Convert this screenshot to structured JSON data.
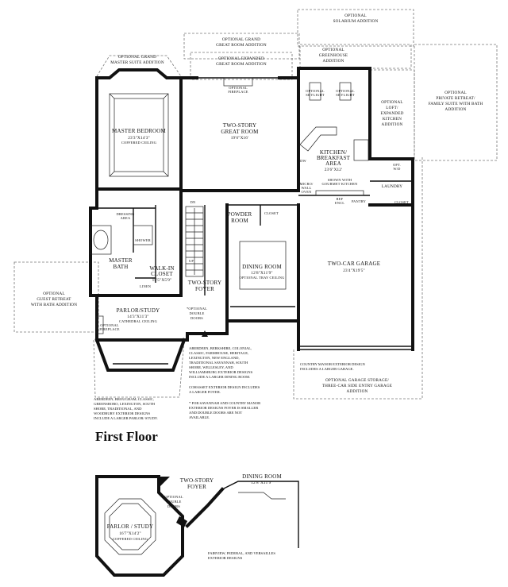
{
  "title": "First Floor",
  "rooms": {
    "solarium": [
      "OPTIONAL",
      "SOLARIUM ADDITION"
    ],
    "grand_great_room": [
      "OPTIONAL GRAND",
      "GREAT ROOM ADDITION"
    ],
    "expanded_great_room": [
      "OPTIONAL EXPANDED",
      "GREAT ROOM ADDITION"
    ],
    "master_suite_add": [
      "OPTIONAL GRAND",
      "MASTER SUITE ADDITION"
    ],
    "greenhouse": [
      "OPTIONAL",
      "GREENHOUSE",
      "ADDITION"
    ],
    "private_retreat": [
      "OPTIONAL",
      "PRIVATE RETREAT/",
      "FAMILY SUITE WITH BATH",
      "ADDITION"
    ],
    "optional_fireplace_gr": [
      "OPTIONAL",
      "FIREPLACE"
    ],
    "skylight_1": [
      "OPTIONAL",
      "SKYLIGHT"
    ],
    "skylight_2": [
      "OPTIONAL",
      "SKYLIGHT"
    ],
    "loft": [
      "OPTIONAL",
      "LOFT/",
      "EXPANDED",
      "KITCHEN",
      "ADDITION"
    ],
    "master_bedroom": {
      "name": "MASTER BEDROOM",
      "size": "23'3\"X14'3\"",
      "note": "COFFERED CEILING"
    },
    "great_room": {
      "name": "TWO-STORY",
      "name2": "GREAT ROOM",
      "size": "19'6\"X16'"
    },
    "kitchen": {
      "name": "KITCHEN/",
      "name2": "BREAKFAST",
      "name3": "AREA",
      "size": "23'6\"X12'"
    },
    "dw": "DW",
    "laundry": "LAUNDRY",
    "opt_wd": [
      "OPT.",
      "W/D"
    ],
    "micro": [
      "MICRO/",
      "WALL",
      "OVEN"
    ],
    "gourmet": [
      "SHOWN WITH",
      "GOURMET KITCHEN"
    ],
    "ref_encl": [
      "REF",
      "ENCL"
    ],
    "pantry": "PANTRY",
    "dn_laundry": "DN",
    "closet_laundry": "CLOSET",
    "dressing": [
      "DRESSING",
      "AREA"
    ],
    "shower": "SHOWER",
    "dn_stair": "DN",
    "up_stair": "UP",
    "powder": [
      "POWDER",
      "ROOM"
    ],
    "closet_powder": "CLOSET",
    "master_bath": [
      "MASTER",
      "BATH"
    ],
    "walk_in": {
      "name": "WALK-IN",
      "name2": "CLOSET",
      "size": "15'5\"X5'9\""
    },
    "linen": "LINEN",
    "dining": {
      "name": "DINING ROOM",
      "size": "12'8\"X11'9\"",
      "note": "OPTIONAL TRAY CEILING"
    },
    "garage": {
      "name": "TWO-CAR GARAGE",
      "size": "23'4\"X19'5\""
    },
    "foyer": [
      "TWO-STORY",
      "FOYER"
    ],
    "double_doors": [
      "*OPTIONAL",
      "DOUBLE",
      "DOORS"
    ],
    "guest_retreat": [
      "OPTIONAL",
      "GUEST RETREAT",
      "WITH BATH ADDITION"
    ],
    "parlor": {
      "name": "PARLOR/STUDY",
      "size": "14'3\"X11'3\"",
      "note": "CATHEDRAL CEILING"
    },
    "fireplace_parlor": [
      "OPTIONAL",
      "FIREPLACE"
    ],
    "garage_storage": [
      "OPTIONAL GARAGE STORAGE/",
      "THREE-CAR SIDE ENTRY GARAGE",
      "ADDITION"
    ]
  },
  "notes": {
    "country_manor": [
      "COUNTRY MANOR EXTERIOR DESIGN",
      "INCLUDES A LARGER GARAGE."
    ],
    "aberdeen": [
      "ABERDEEN, BERKSHIRE, COLONIAL,",
      "CLASSIC, FARMHOUSE, HERITAGE,",
      "LEXINGTON, NEW ENGLAND,",
      "TRADITIONAL SAVANNAH, SOUTH",
      "SHORE, WELLESLEY, AND",
      "WILLIAMSBURG EXTERIOR DESIGNS",
      "INCLUDE A LARGER DINING ROOM."
    ],
    "cohasset": [
      "COHASSET EXTERIOR DESIGN INCLUDES",
      "A LARGER FOYER."
    ],
    "savannah": [
      "* FOR SAVANNAH AND COUNTRY MANOR",
      "EXTERIOR DESIGNS FOYER IS SMALLER",
      "AND DOUBLE DOORS ARE NOT",
      "AVAILABLE."
    ],
    "brougham": [
      "ABERDEEN, BROUGHAM, CLASSIC,",
      "GREENSBORO, LEXINGTON, SOUTH",
      "SHORE, TRADITIONAL, AND",
      "WOODBURY EXTERIOR DESIGNS",
      "INCLUDE A LARGER PARLOR/ STUDY."
    ],
    "fairview": [
      "FAIRVIEW, FEDERAL, AND VERSAILLES",
      "EXTERIOR DESIGNS"
    ]
  },
  "inset": {
    "foyer": [
      "TWO-STORY",
      "FOYER"
    ],
    "dining": {
      "name": "DINING ROOM",
      "size": "12'8\"X11'9\""
    },
    "double_doors": [
      "OPTIONAL",
      "DOUBLE",
      "DOORS"
    ],
    "parlor": {
      "name": "PARLOR / STUDY",
      "size": "16'7\"X14'2\"",
      "note": "COFFERED CEILING"
    }
  }
}
